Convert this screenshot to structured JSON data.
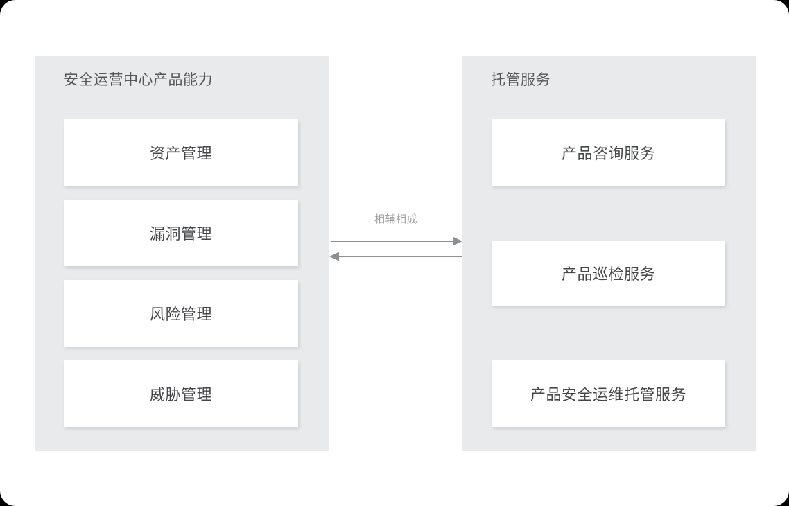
{
  "diagram": {
    "title_left": "安全运营中心产品能力",
    "title_right": "托管服务",
    "connector_label": "相辅相成",
    "panels": [
      {
        "id": "soc-capability",
        "title": "安全运营中心产品能力",
        "cards": [
          {
            "label": "资产管理"
          },
          {
            "label": "漏洞管理"
          },
          {
            "label": "风险管理"
          },
          {
            "label": "威胁管理"
          }
        ]
      },
      {
        "id": "managed-service",
        "title": "托管服务",
        "cards": [
          {
            "label": "产品咨询服务"
          },
          {
            "label": "产品巡检服务"
          },
          {
            "label": "产品安全运维托管服务"
          }
        ]
      }
    ],
    "connector": {
      "label": "相辅相成",
      "arrow_top_direction": "right",
      "arrow_bottom_direction": "left"
    },
    "colors": {
      "page_background": "#ffffff",
      "panel_background": "#e8eaec",
      "card_background": "#ffffff",
      "title_text": "#555759",
      "card_text": "#444648",
      "connector_text": "#9b9ea0",
      "arrow_stroke": "#8d9093"
    }
  }
}
